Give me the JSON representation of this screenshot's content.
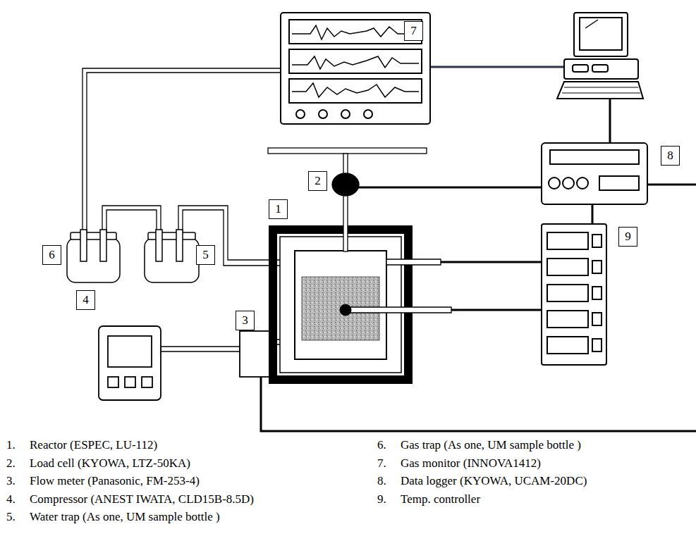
{
  "diagram": {
    "nodes": [
      {
        "text": [
          "7"
        ]
      },
      {
        "text": [
          "8"
        ]
      },
      {
        "text": [
          "2"
        ]
      },
      {
        "text": [
          "1"
        ]
      },
      {
        "text": [
          "9"
        ]
      },
      {
        "text": [
          "6"
        ]
      },
      {
        "text": [
          "5"
        ]
      },
      {
        "text": [
          "4"
        ]
      },
      {
        "text": [
          "3"
        ]
      }
    ],
    "labels": [
      "1.",
      "Reactor (ESPEC, LU-112)",
      "2.",
      "Load cell (KYOWA, LTZ-50KA)",
      "3.",
      "Flow meter (Panasonic, FM-253-4)",
      "4.",
      "Compressor (ANEST IWATA, CLD15B-8.5D)",
      "5.",
      "Water trap (As one, UM sample bottle )",
      "6.",
      "Gas trap (As one, UM sample bottle )",
      "7.",
      "Gas monitor (INNOVA1412)",
      "8.",
      "Data logger (KYOWA, UCAM-20DC)",
      "9.",
      "Temp. controller"
    ]
  }
}
